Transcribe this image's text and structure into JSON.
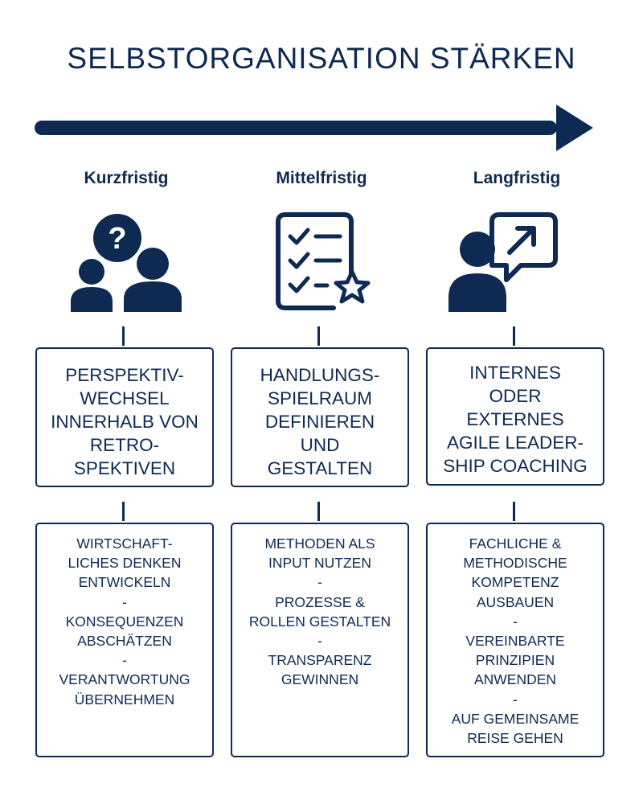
{
  "title": "SELBSTORGANISATION STÄRKEN",
  "icons": {
    "column_1": "people-question-icon",
    "column_2": "checklist-star-icon",
    "column_3": "person-growth-chat-icon"
  },
  "colors": {
    "primary": "#0e2a52",
    "background": "#ffffff"
  },
  "columns": [
    {
      "heading": "Kurzfristig",
      "icon": "people-question-icon",
      "main_lines": [
        "PERSPEKTIV-",
        "WECHSEL",
        "INNERHALB VON",
        "RETRO-",
        "SPEKTIVEN"
      ],
      "detail_lines": [
        "WIRTSCHAFT-",
        "LICHES DENKEN",
        "ENTWICKELN",
        "-",
        "KONSEQUENZEN",
        "ABSCHÄTZEN",
        "-",
        "VERANTWORTUNG",
        "ÜBERNEHMEN"
      ]
    },
    {
      "heading": "Mittelfristig",
      "icon": "checklist-star-icon",
      "main_lines": [
        "HANDLUNGS-",
        "SPIELRAUM",
        "DEFINIEREN",
        "UND",
        "GESTALTEN"
      ],
      "detail_lines": [
        "METHODEN ALS",
        "INPUT NUTZEN",
        "-",
        "PROZESSE &",
        "ROLLEN GESTALTEN",
        "-",
        "TRANSPARENZ",
        "GEWINNEN"
      ]
    },
    {
      "heading": "Langfristig",
      "icon": "person-growth-chat-icon",
      "main_lines": [
        "INTERNES",
        "ODER",
        "EXTERNES",
        "AGILE LEADER-",
        "SHIP COACHING"
      ],
      "detail_lines": [
        "FACHLICHE &",
        "METHODISCHE",
        "KOMPETENZ",
        "AUSBAUEN",
        "-",
        "VEREINBARTE",
        "PRINZIPIEN",
        "ANWENDEN",
        "-",
        "AUF GEMEINSAME",
        "REISE GEHEN"
      ]
    }
  ]
}
